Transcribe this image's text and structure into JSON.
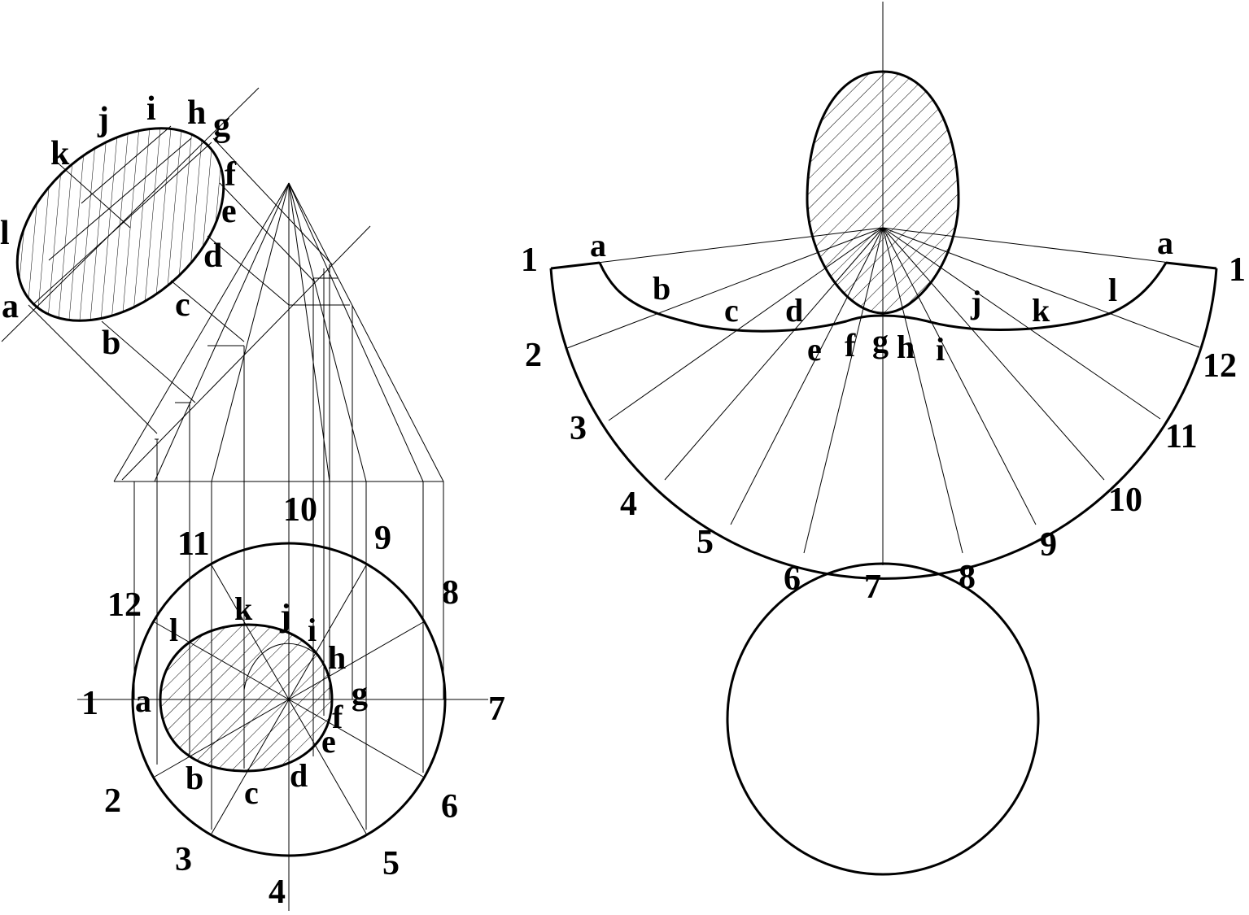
{
  "labels": {
    "projection_points": [
      "a",
      "b",
      "c",
      "d",
      "e",
      "f",
      "g",
      "h",
      "i",
      "j",
      "k",
      "l"
    ],
    "plan_numbers": [
      "1",
      "2",
      "3",
      "4",
      "5",
      "6",
      "7",
      "8",
      "9",
      "10",
      "11",
      "12"
    ],
    "plan_points": [
      "a",
      "b",
      "c",
      "d",
      "e",
      "f",
      "g",
      "h",
      "i",
      "j",
      "k",
      "l"
    ],
    "development_points": [
      "a",
      "b",
      "c",
      "d",
      "e",
      "f",
      "g",
      "h",
      "i",
      "j",
      "k",
      "l",
      "a"
    ],
    "development_numbers": [
      "1",
      "2",
      "3",
      "4",
      "5",
      "6",
      "7",
      "8",
      "9",
      "10",
      "11",
      "12",
      "1"
    ]
  }
}
